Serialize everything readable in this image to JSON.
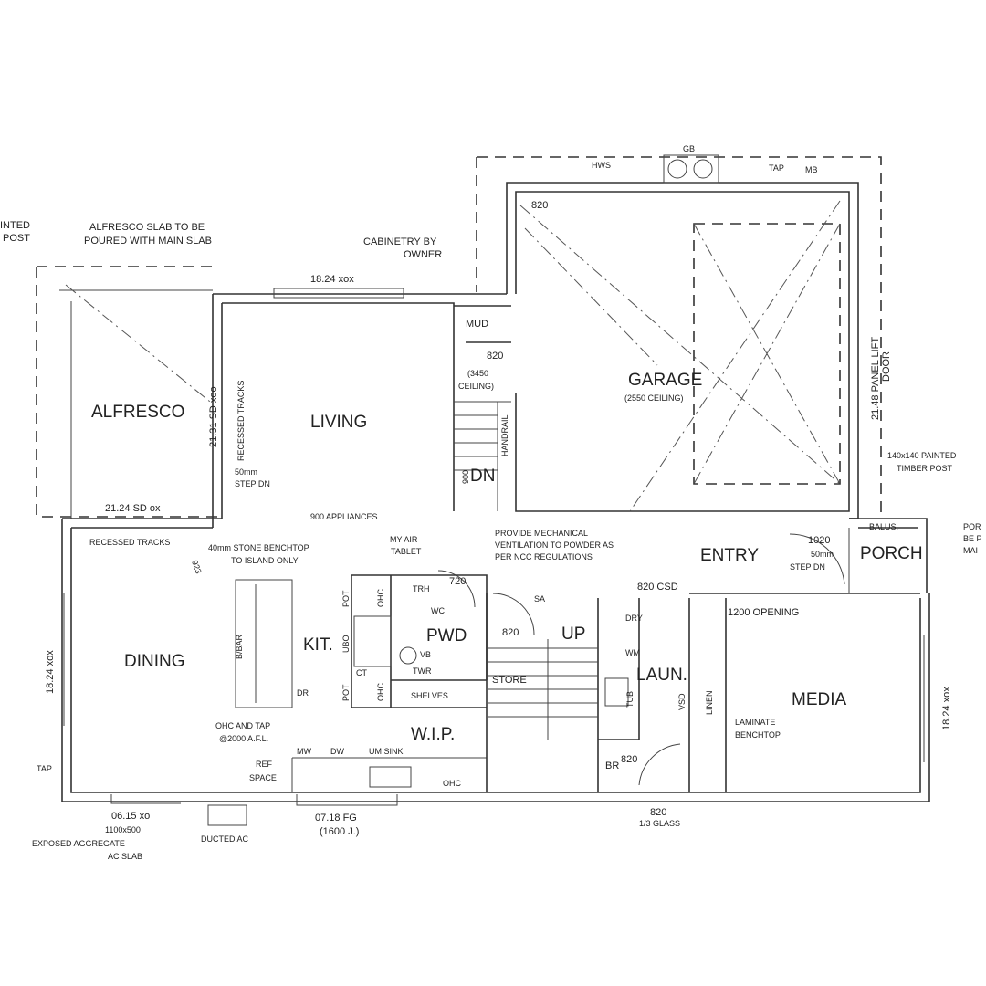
{
  "rooms": {
    "alfresco": "ALFRESCO",
    "living": "LIVING",
    "garage": "GARAGE",
    "garage_ceiling": "(2550 CEILING)",
    "dining": "DINING",
    "kit": "KIT.",
    "pwd": "PWD",
    "wip": "W.I.P.",
    "entry": "ENTRY",
    "porch": "PORCH",
    "laun": "LAUN.",
    "media": "MEDIA",
    "store": "STORE",
    "up": "UP",
    "mud": "MUD",
    "dn": "DN"
  },
  "notes": {
    "painted_post_1": "INTED",
    "painted_post_2": "POST",
    "alfresco_slab_1": "ALFRESCO SLAB TO BE",
    "alfresco_slab_2": "POURED WITH MAIN SLAB",
    "cabinetry_1": "CABINETRY BY",
    "cabinetry_2": "OWNER",
    "living_window": "18.24 xox",
    "alfresco_sd_side": "21.31 SD xoo",
    "recessed_tracks_v": "RECESSED TRACKS",
    "step_50": "50mm",
    "step_dn": "STEP DN",
    "alfresco_sd_bottom": "21.24 SD ox",
    "mud_door": "820",
    "mud_ceiling_1": "(3450",
    "mud_ceiling_2": "CEILING)",
    "stair_900": "900",
    "handrail": "HANDRAIL",
    "gb": "GB",
    "hws": "HWS",
    "tap_top": "TAP",
    "mb": "MB",
    "garage_door": "820",
    "panel_lift_1": "21.48 PANEL LIFT",
    "panel_lift_2": "DOOR",
    "timber_post_1": "140x140 PAINTED",
    "timber_post_2": "TIMBER POST",
    "porch_note_1": "POR",
    "porch_note_2": "BE P",
    "porch_note_3": "MAI",
    "appliances": "900 APPLIANCES",
    "recessed_tracks_h": "RECESSED TRACKS",
    "dim_923": "923",
    "stone_1": "40mm STONE BENCHTOP",
    "stone_2": "TO ISLAND ONLY",
    "myair_1": "MY AIR",
    "myair_2": "TABLET",
    "vent_1": "PROVIDE MECHANICAL",
    "vent_2": "VENTILATION TO POWDER AS",
    "vent_3": "PER NCC REGULATIONS",
    "pwd_door": "720",
    "trh": "TRH",
    "wc": "WC",
    "vb": "VB",
    "twr": "TWR",
    "pot1": "POT",
    "pot2": "POT",
    "ubo": "UBO",
    "ohc1": "OHC",
    "ohc2": "OHC",
    "ct": "CT",
    "bbar": "B/BAR",
    "dr": "DR",
    "shelves": "SHELVES",
    "ohc_tap_1": "OHC AND TAP",
    "ohc_tap_2": "@2000 A.F.L.",
    "mw": "MW",
    "dw": "DW",
    "um_sink": "UM SINK",
    "ref_1": "REF",
    "ref_2": "SPACE",
    "ohc3": "OHC",
    "tap_left": "TAP",
    "dining_window": "18.24 xox",
    "win_0615": "06.15 xo",
    "ac_size": "1100x500",
    "exposed_1": "EXPOSED AGGREGATE",
    "exposed_2": "AC SLAB",
    "ducted_ac": "DUCTED AC",
    "fg_1": "07.18 FG",
    "fg_2": "(1600 J.)",
    "sa": "SA",
    "store_door": "820",
    "csd": "820 CSD",
    "dry": "DRY",
    "wm": "WM",
    "tub": "TUB",
    "vsd": "VSD",
    "linen": "LINEN",
    "br": "BR",
    "br_door": "820",
    "opening": "1200 OPENING",
    "laminate_1": "LAMINATE",
    "laminate_2": "BENCHTOP",
    "entry_door": "1020",
    "entry_step_1": "50mm",
    "entry_step_2": "STEP DN",
    "balus": "BALUS.",
    "media_window": "18.24 xox",
    "front_door_1": "820",
    "front_door_2": "1/3 GLASS"
  }
}
